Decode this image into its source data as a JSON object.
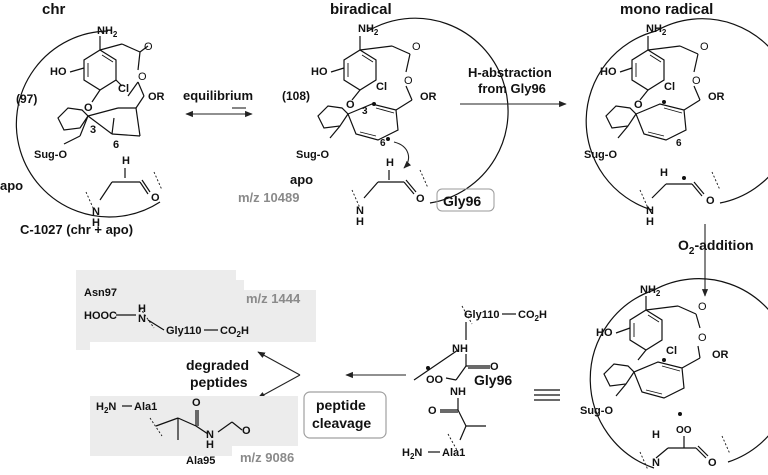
{
  "titles": {
    "chr": "chr",
    "biradical": "biradical",
    "mono_radical": "mono radical"
  },
  "labels": {
    "nh2": "NH",
    "nh2_sub": "2",
    "ho": "HO",
    "cl": "Cl",
    "or": "OR",
    "o": "O",
    "sug_o": "Sug-O",
    "n97": "(97)",
    "n108": "(108)",
    "num3": "3",
    "num6": "6",
    "h": "H",
    "nh": "NH",
    "n": "N",
    "apo": "apo",
    "c1027": "C-1027 (chr + apo)",
    "mz_10489": "m/z 10489",
    "gly96": "Gly96",
    "oo_rad": "OO",
    "o_rad": "O"
  },
  "arrows": {
    "equilibrium": "equilibrium",
    "h_abstraction_1": "H-abstraction",
    "h_abstraction_2": "from Gly96",
    "o2_addition_pre": "O",
    "o2_addition_sub": "2",
    "o2_addition_post": "-addition",
    "peptide_cleavage_1": "peptide",
    "peptide_cleavage_2": "cleavage"
  },
  "peptides": {
    "asn97": "Asn97",
    "hooc": "HOOC",
    "gly110_co2h": "Gly110",
    "co2h": "CO",
    "co2h_sub": "2",
    "co2h_h": "H",
    "mz_1444": "m/z 1444",
    "h2n_ala1": "Ala1",
    "h2n": "H",
    "h2n_sub": "2",
    "h2n_n": "N",
    "ala95": "Ala95",
    "mz_9086": "m/z 9086",
    "degraded_1": "degraded",
    "degraded_2": "peptides"
  }
}
